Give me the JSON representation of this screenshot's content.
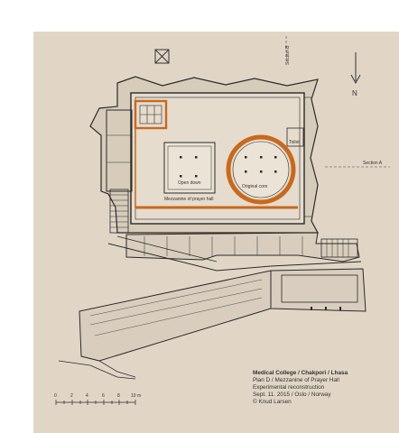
{
  "drawing": {
    "labels": {
      "section_b": "Section B",
      "section_a": "Section A",
      "north": "N",
      "open_down": "Open down",
      "mezzanine": "Mezzanine of prayer hall",
      "original_core": "Original core",
      "toilet": "Toilet"
    },
    "colors": {
      "background": "#e1d6c6",
      "wall": "#2a2a2a",
      "highlight": "#c8691e"
    },
    "scale_bar": {
      "ticks": [
        "0",
        "2",
        "4",
        "6",
        "8",
        "10 m"
      ]
    }
  },
  "caption": {
    "title": "Medical College / Chakpori / Lhasa",
    "line2": "Plan D / Mezzanine of Prayer Hall",
    "line3": "Experimental reconstruction",
    "line4": "Sept. 11. 2015 / Oslo / Norway",
    "line5": "© Knud Larsen"
  }
}
